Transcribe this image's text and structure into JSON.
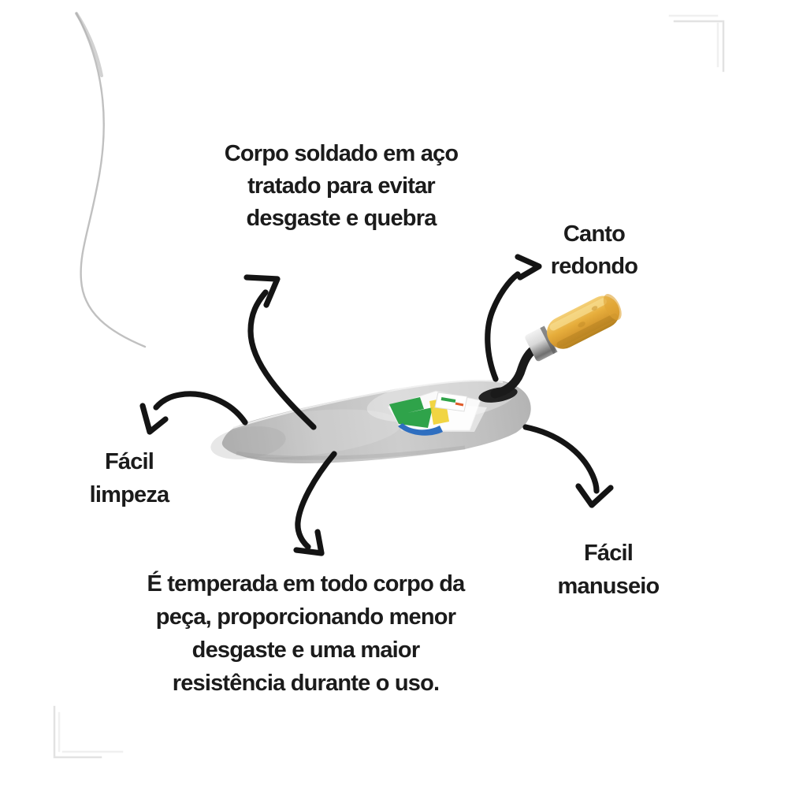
{
  "colors": {
    "background": "#ffffff",
    "ink": "#141414",
    "text": "#1b1b1b",
    "frame_mark": "#e2e2e2",
    "frame_mark_light": "#f0f0f0",
    "hair_line": "#c0c0c0",
    "blade_steel": "#c2c2c2",
    "blade_steel_dark": "#9e9e9e",
    "neck_black": "#1a1a1a",
    "ferrule_silver": "#d9d9d9",
    "handle_wood": "#e7ae3c",
    "handle_wood_light": "#f4d079",
    "handle_wood_dark": "#b2801f",
    "sticker_green": "#2fa34a",
    "sticker_blue": "#2f6fc0",
    "sticker_yellow": "#efd02f",
    "sticker_orange": "#df5b2a",
    "sticker_white": "#fafafa"
  },
  "callouts": {
    "welded_body": {
      "lines": [
        "Corpo soldado em aço",
        "tratado para evitar",
        "desgaste e quebra"
      ]
    },
    "rounded_corner": {
      "lines": [
        "Canto",
        "redondo"
      ]
    },
    "easy_cleaning": {
      "lines": [
        "Fácil",
        "limpeza"
      ]
    },
    "tempered_body": {
      "lines": [
        "É temperada em todo corpo da",
        "peça, proporcionando menor",
        "desgaste e uma maior",
        "resistência durante o uso."
      ]
    },
    "easy_handling": {
      "lines": [
        "Fácil",
        "manuseio"
      ]
    }
  },
  "product": {
    "depicted": "steel bricklaying trowel with wooden handle and brand sticker"
  }
}
